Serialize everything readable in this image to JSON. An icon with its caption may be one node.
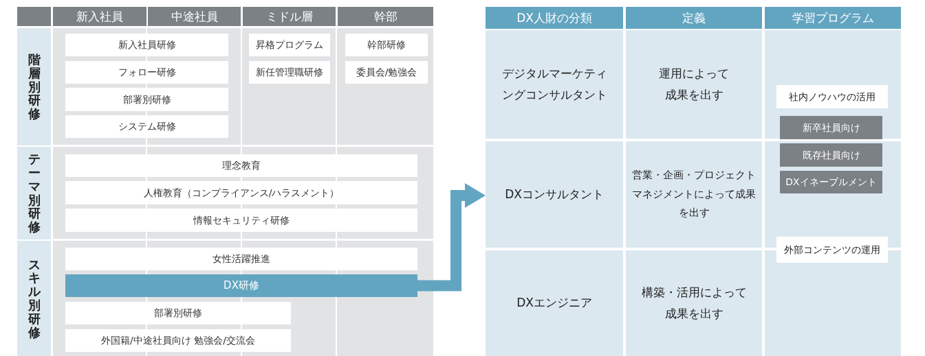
{
  "diagram": {
    "nodes": [
      {
        "text": [
          "新入社員"
        ]
      },
      {
        "text": [
          "中途社員"
        ]
      },
      {
        "text": [
          "ミドル層"
        ]
      },
      {
        "text": [
          "幹部"
        ]
      },
      {
        "text": [
          "階層別研修"
        ]
      },
      {
        "text": [
          "テーマ別研修"
        ]
      },
      {
        "text": [
          "スキル別研修"
        ]
      },
      {
        "text": [
          "新入社員研修"
        ]
      },
      {
        "text": [
          "フォロー研修"
        ]
      },
      {
        "text": [
          "部署別研修"
        ]
      },
      {
        "text": [
          "システム研修"
        ]
      },
      {
        "text": [
          "昇格プログラム"
        ]
      },
      {
        "text": [
          "新任管理職研修"
        ]
      },
      {
        "text": [
          "幹部研修"
        ]
      },
      {
        "text": [
          "委員会/勉強会"
        ]
      },
      {
        "text": [
          "理念教育"
        ]
      },
      {
        "text": [
          "人権教育（コンプライアンス/ハラスメント）"
        ]
      },
      {
        "text": [
          "情報セキュリティ研修"
        ]
      },
      {
        "text": [
          "女性活躍推進"
        ]
      },
      {
        "text": [
          "DX研修"
        ]
      },
      {
        "text": [
          "部署別研修"
        ]
      },
      {
        "text": [
          "外国籍/中途社員向け 勉強会/交流会"
        ]
      },
      {
        "text": [
          "DX人財の分類"
        ]
      },
      {
        "text": [
          "定義"
        ]
      },
      {
        "text": [
          "学習プログラム"
        ]
      },
      {
        "text": [
          "デジタルマーケティングコンサルタント"
        ]
      },
      {
        "text": [
          "運用によって成果を出す"
        ]
      },
      {
        "text": [
          "DXコンサルタント"
        ]
      },
      {
        "text": [
          "営業・企画・プロジェクトマネジメントによって成果を出す"
        ]
      },
      {
        "text": [
          "DXエンジニア"
        ]
      },
      {
        "text": [
          "構築・活用によって成果を出す"
        ]
      },
      {
        "text": [
          "社内ノウハウの活用"
        ]
      },
      {
        "text": [
          "新卒社員向け"
        ]
      },
      {
        "text": [
          "既存社員向け"
        ]
      },
      {
        "text": [
          "DXイネーブルメント"
        ]
      },
      {
        "text": [
          "外部コンテンツの運用"
        ]
      }
    ],
    "edges": [
      {
        "from": 19,
        "to": 27,
        "arrow": "to"
      }
    ]
  }
}
